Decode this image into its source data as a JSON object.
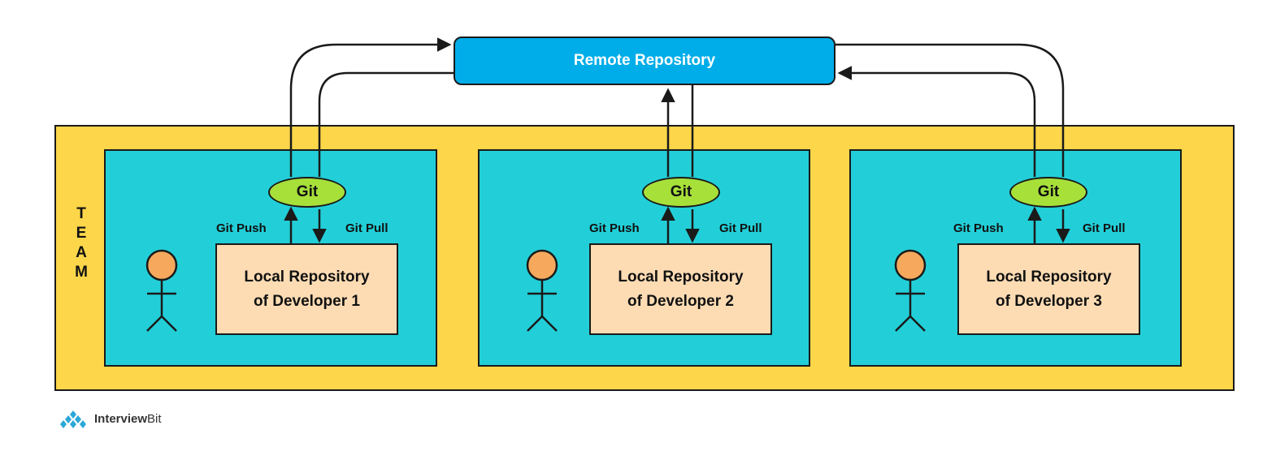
{
  "remote": {
    "label": "Remote Repository"
  },
  "team": {
    "label": "TEAM"
  },
  "developers": [
    {
      "git": "Git",
      "push_label": "Git Push",
      "pull_label": "Git Pull",
      "local_line1": "Local Repository",
      "local_line2": "of Developer 1"
    },
    {
      "git": "Git",
      "push_label": "Git Push",
      "pull_label": "Git Pull",
      "local_line1": "Local Repository",
      "local_line2": "of Developer 2"
    },
    {
      "git": "Git",
      "push_label": "Git Push",
      "pull_label": "Git Pull",
      "local_line1": "Local Repository",
      "local_line2": "of Developer 3"
    }
  ],
  "brand": {
    "name_part1": "Interview",
    "name_part2": "Bit"
  },
  "colors": {
    "remote_fill": "#00ade8",
    "team_fill": "#fdd64a",
    "panel_fill": "#22cfd8",
    "git_fill": "#a8e03a",
    "local_fill": "#fddcb4",
    "person_head": "#f6a95c",
    "line": "#1a1a1a"
  },
  "icons": [
    "person-icon",
    "interviewbit-logo-icon"
  ]
}
